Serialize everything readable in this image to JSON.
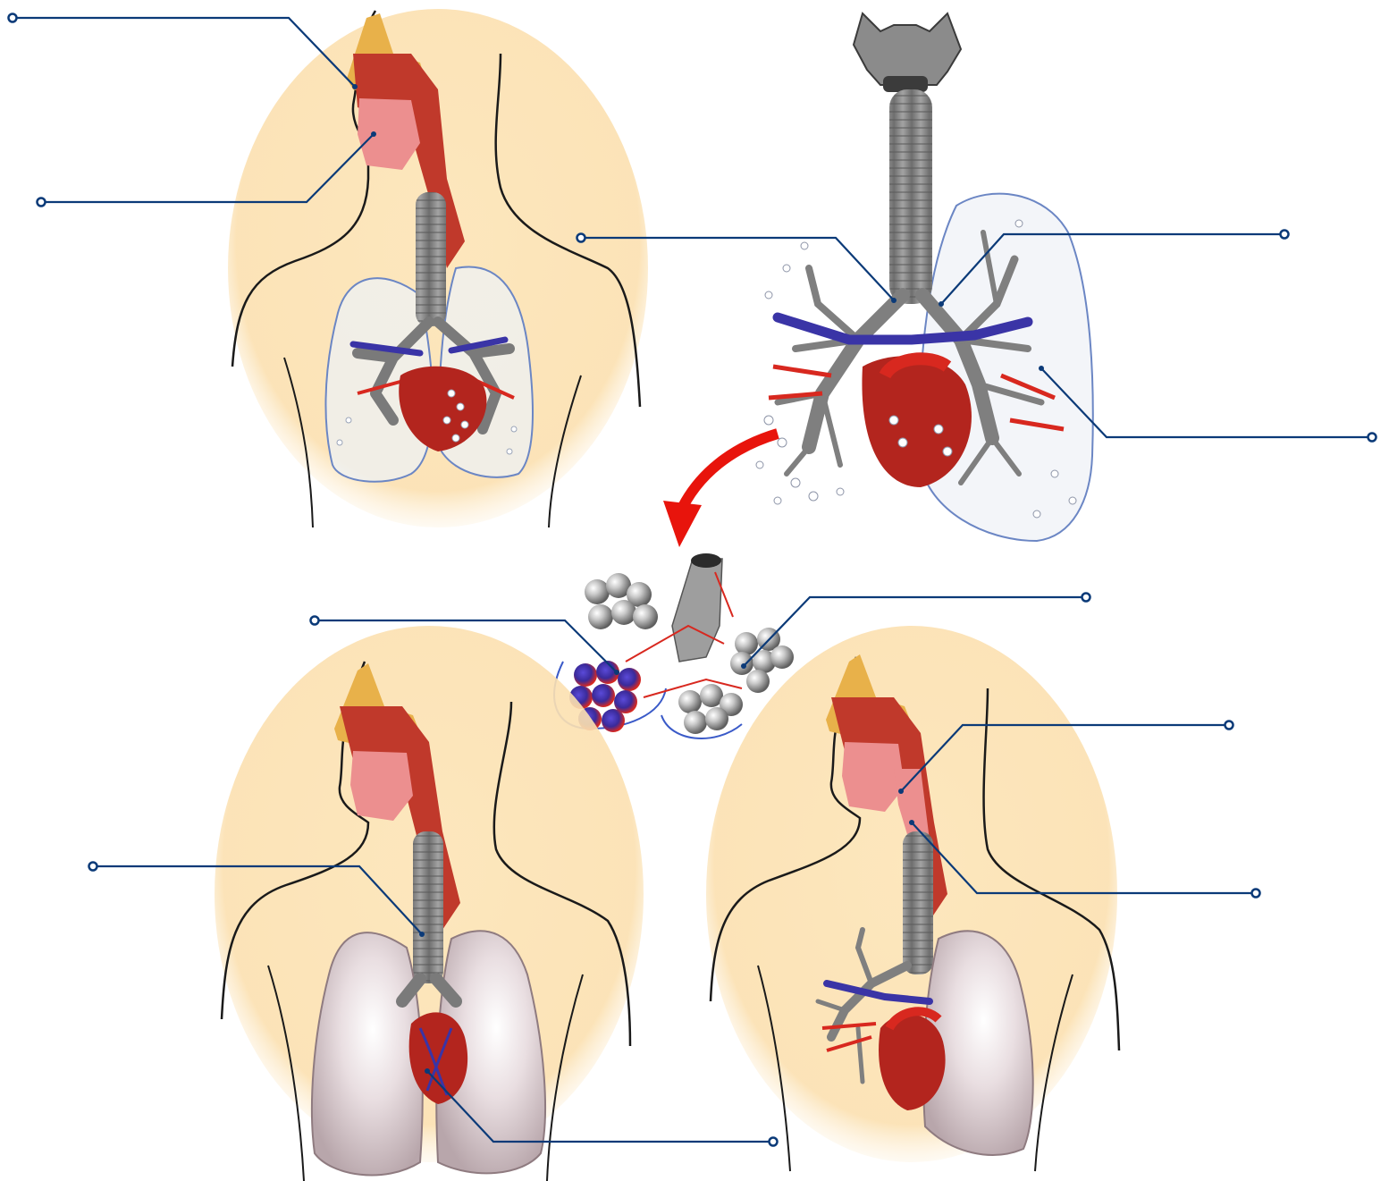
{
  "diagram": {
    "colors": {
      "leader_line": "#0b3a78",
      "skin_glow": "#fbe2b4",
      "body_outline": "#1a1a1a",
      "nasal_tissue": "#c0392b",
      "pink_tissue": "#ec8f8f",
      "trachea_gray": "#8e8e8e",
      "lung_gray": "#cdbfc4",
      "lung_outline": "#6b86c4",
      "vein_blue": "#3a34a6",
      "artery_red": "#d8281f",
      "heart_red": "#b3251e",
      "arrow_red": "#e8140c",
      "alveoli_gray": "#a7a7a7",
      "bone_yellow": "#e8b14a"
    },
    "panels": [
      {
        "id": "upper-airway-overview",
        "subject": "head-torso-with-lungs-and-heart"
      },
      {
        "id": "bronchial-tree",
        "subject": "larynx-trachea-bronchi"
      },
      {
        "id": "alveoli-cluster",
        "subject": "alveolar-sacs-with-capillaries"
      },
      {
        "id": "lungs-and-heart",
        "subject": "head-torso-with-lungs"
      },
      {
        "id": "pharynx-larynx",
        "subject": "head-torso-with-one-lung"
      }
    ],
    "labels": [
      {
        "id": "label-1",
        "text": ""
      },
      {
        "id": "label-2",
        "text": ""
      },
      {
        "id": "label-3",
        "text": ""
      },
      {
        "id": "label-4",
        "text": ""
      },
      {
        "id": "label-5",
        "text": ""
      },
      {
        "id": "label-6",
        "text": ""
      },
      {
        "id": "label-7",
        "text": ""
      },
      {
        "id": "label-8",
        "text": ""
      },
      {
        "id": "label-9",
        "text": ""
      },
      {
        "id": "label-10",
        "text": ""
      },
      {
        "id": "label-11",
        "text": ""
      },
      {
        "id": "label-12",
        "text": ""
      }
    ],
    "icons": {
      "callout_end": "open-circle-icon",
      "process_arrow": "curved-arrow-icon"
    }
  }
}
